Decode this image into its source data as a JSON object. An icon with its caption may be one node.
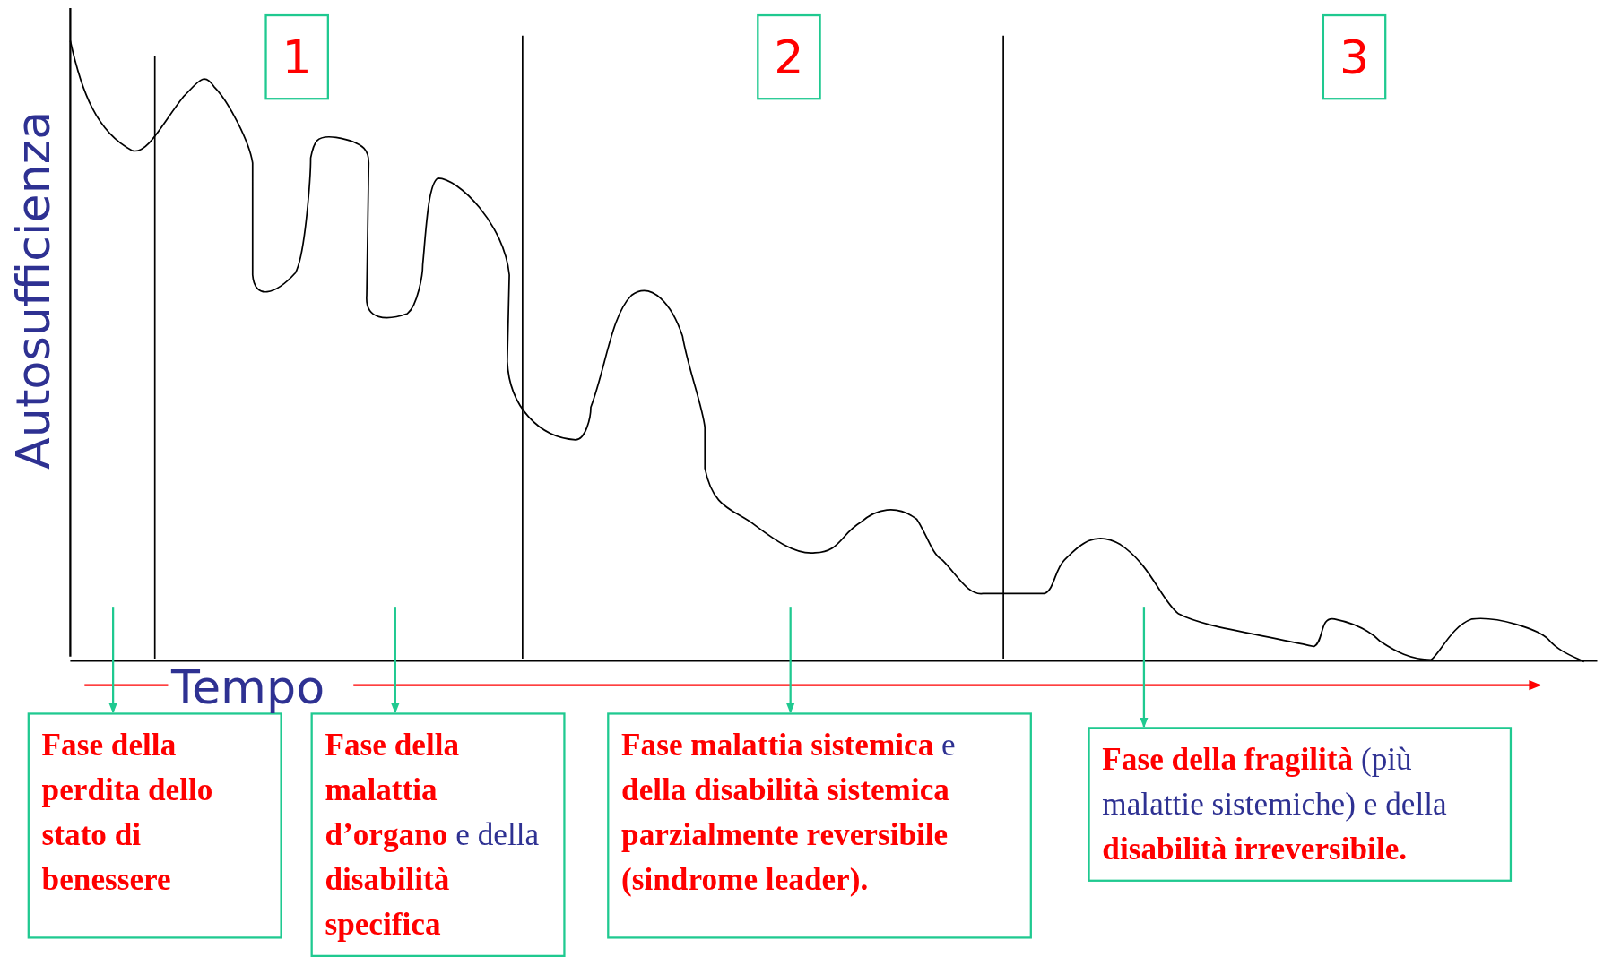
{
  "diagram": {
    "nodes": [
      {
        "text": [
          "1"
        ]
      },
      {
        "text": [
          "2"
        ]
      },
      {
        "text": [
          "3"
        ]
      },
      {
        "text": [
          "Fase della perdita dello stato di benessere"
        ]
      },
      {
        "text": [
          "**Fase della malattia d’organo** e della **disabilità specifica**"
        ]
      },
      {
        "text": [
          "**Fase malattia sistemica** e **della disabilità sistemica parzialmente reversibile (sindrome leader).**"
        ]
      },
      {
        "text": [
          "**Fase della fragilità** (più malattie sistemiche) e della **disabilità irreversibile.**"
        ]
      }
    ],
    "edges": [
      {
        "from": null,
        "to": 3,
        "arrow": "to"
      },
      {
        "from": null,
        "to": 4,
        "arrow": "to"
      },
      {
        "from": null,
        "to": 5,
        "arrow": "to"
      },
      {
        "from": null,
        "to": 6,
        "arrow": "to"
      }
    ],
    "labels": [
      "Autosufficienza",
      "Tempo"
    ]
  }
}
